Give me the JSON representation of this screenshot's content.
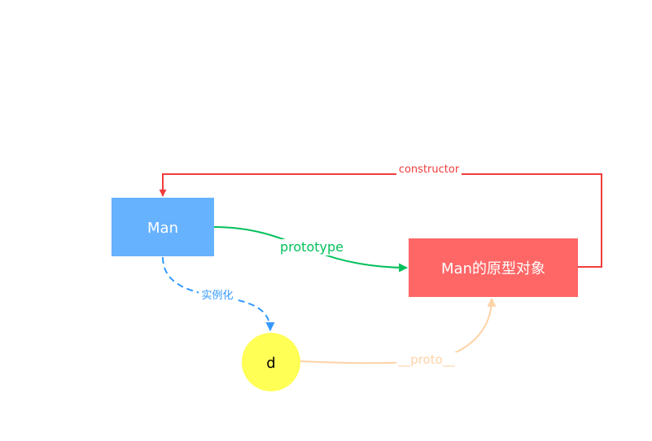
{
  "nodes": {
    "man": {
      "label": "Man",
      "fill": "#66b2ff"
    },
    "prototype_object": {
      "label": "Man的原型对象",
      "fill": "#ff6666"
    },
    "instance": {
      "label": "d",
      "fill": "#ffff55"
    }
  },
  "edges": {
    "prototype": {
      "label": "prototype",
      "color": "#00c05a"
    },
    "constructor": {
      "label": "constructor",
      "color": "#f03c3c"
    },
    "instantiate": {
      "label": "实例化",
      "color": "#3399ff"
    },
    "proto": {
      "label": "__proto__",
      "color": "#ffd2a6"
    }
  }
}
